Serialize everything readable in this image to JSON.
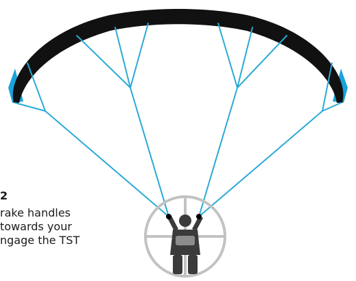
{
  "step": {
    "number": "2",
    "lines": [
      "rake handles",
      "towards your",
      "ngage the TST"
    ]
  },
  "colors": {
    "canopy": "#111111",
    "canopy_tip": "#1aa3dc",
    "lines": "#29a9d6",
    "pilot": "#3b3b3b",
    "pilot_ring": "#c2c2c2",
    "harness": "#8c8c8c",
    "brake_toggle": "#000000"
  },
  "icons": [
    "paraglider-canopy",
    "suspension-lines",
    "pilot-figure",
    "brake-handle"
  ]
}
